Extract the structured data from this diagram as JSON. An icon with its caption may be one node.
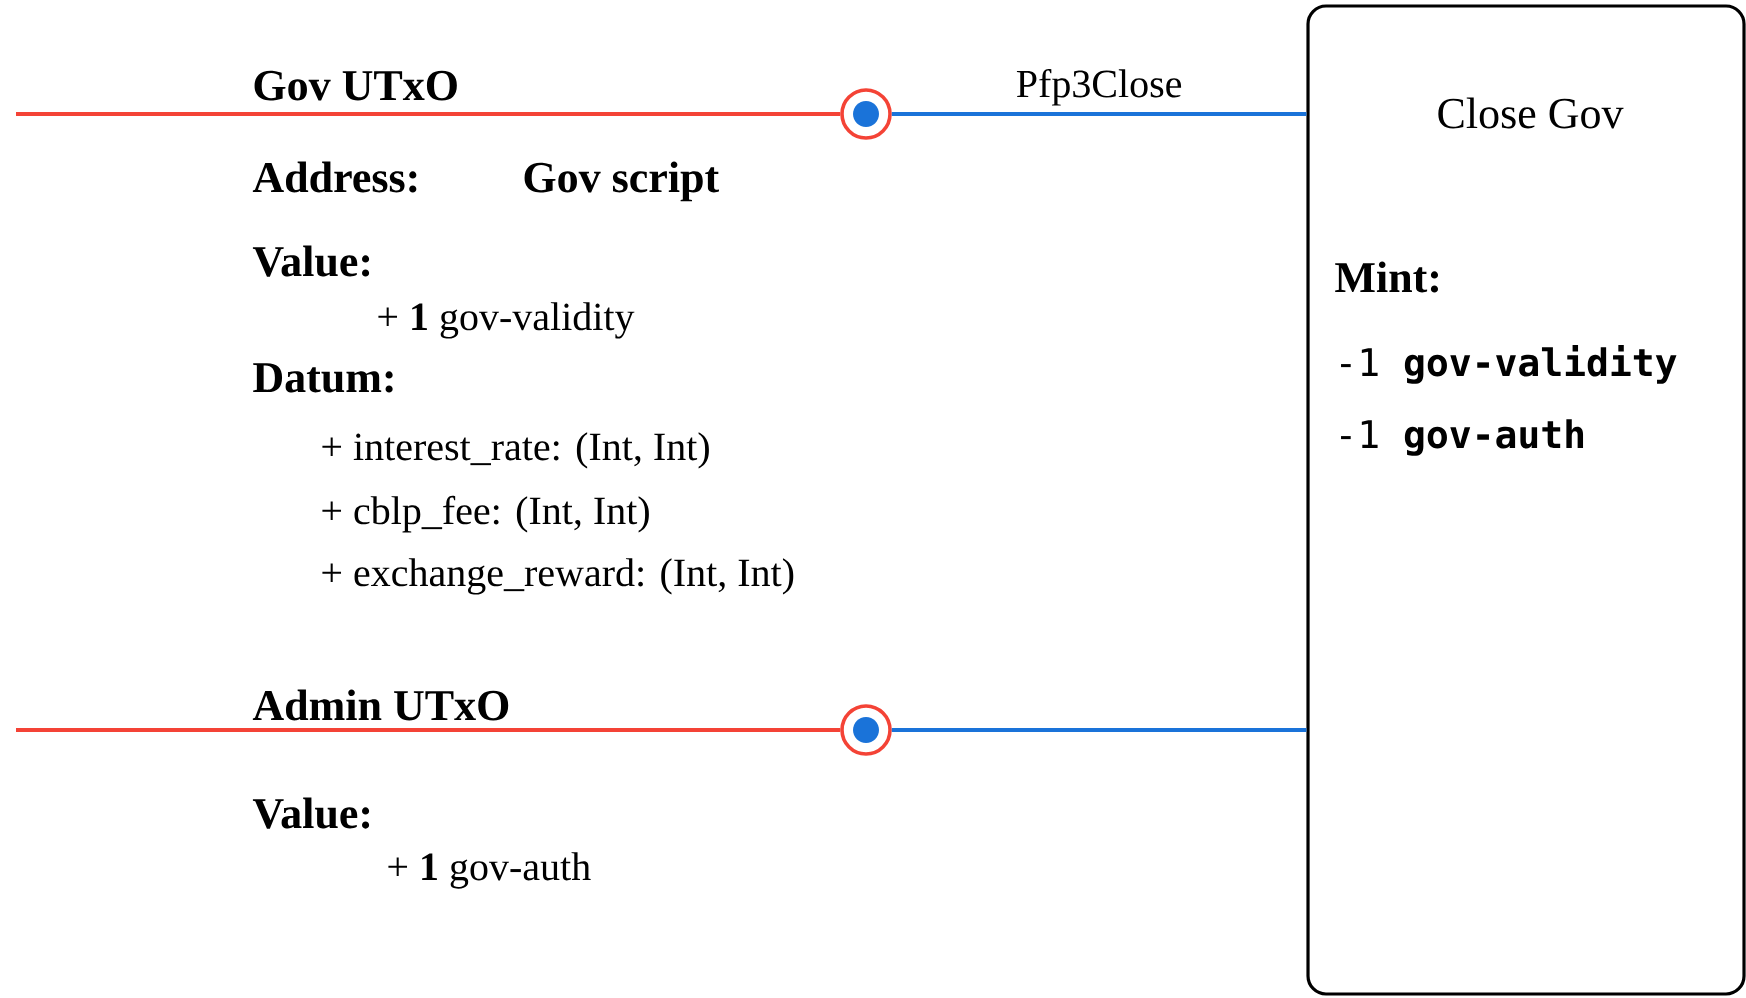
{
  "diagram": {
    "nodes": [
      {
        "text": [],
        "shape": "circle"
      },
      {
        "text": [
          "Close Gov",
          "Mint:",
          "-1 **gov-validity**",
          "-1 **gov-auth**"
        ]
      },
      {
        "text": [],
        "shape": "circle"
      }
    ],
    "edges": [
      {
        "from": null,
        "to": 0,
        "arrow": "none",
        "color": "#f44336"
      },
      {
        "from": 0,
        "to": 1,
        "arrow": "none",
        "color": "#1a73d9",
        "label": "Pfp3Close"
      },
      {
        "from": null,
        "to": 2,
        "arrow": "none",
        "color": "#f44336"
      },
      {
        "from": 2,
        "to": 1,
        "arrow": "none",
        "color": "#1a73d9"
      }
    ],
    "labels": [
      "Gov UTxO",
      "Address:",
      "Gov script",
      "Value:",
      "+ **1** gov-validity",
      "Datum:",
      "+ interest_rate: (Int, Int)",
      "+ cblp_fee: (Int, Int)",
      "+ exchange_reward: (Int, Int)",
      "Admin UTxO",
      "Value:",
      "+ **1** gov-auth"
    ]
  }
}
